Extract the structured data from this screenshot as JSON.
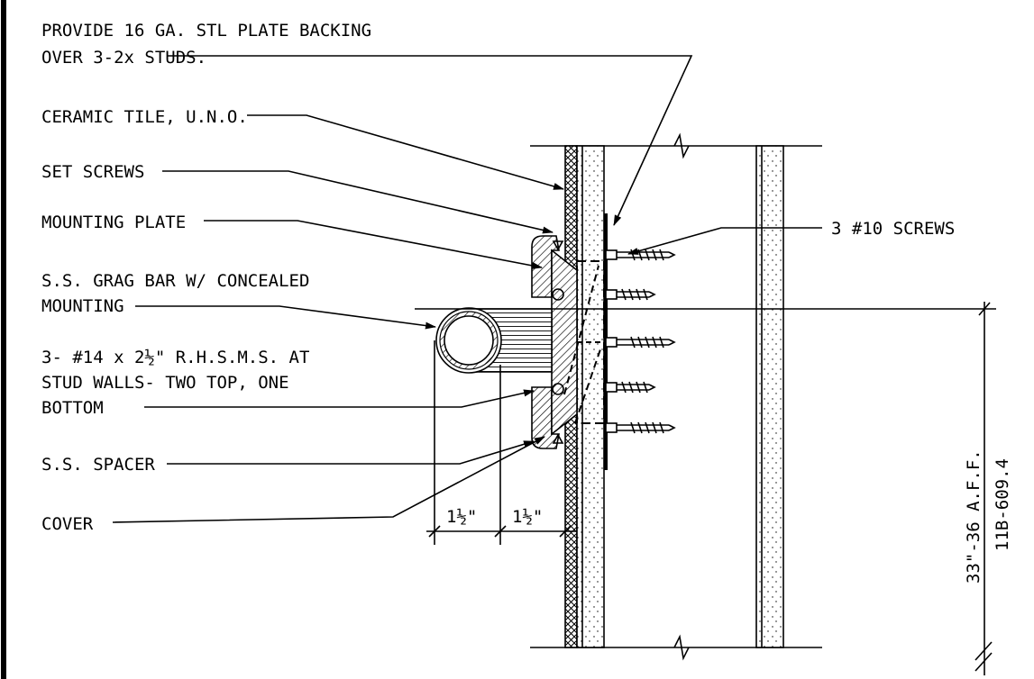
{
  "labels": {
    "plate_backing_1": "PROVIDE 16 GA. STL PLATE BACKING",
    "plate_backing_2": "OVER 3-2x STUDS.",
    "ceramic_tile": "CERAMIC TILE, U.N.O.",
    "set_screws": "SET SCREWS",
    "mounting_plate": "MOUNTING PLATE",
    "grab_bar_1": "S.S. GRAG BAR W/ CONCEALED",
    "grab_bar_2": "MOUNTING",
    "rhsms_1": "3- #14 x 2½\" R.H.S.M.S. AT",
    "rhsms_2": "STUD WALLS- TWO TOP, ONE",
    "rhsms_3": "BOTTOM",
    "spacer": "S.S. SPACER",
    "cover": "COVER",
    "screws_10": "3 #10 SCREWS"
  },
  "dimensions": {
    "dim_1": "1½\"",
    "dim_2": "1½\"",
    "height": "33\"-36 A.F.F.",
    "code_ref": "11B-609.4"
  },
  "colors": {
    "line": "#000000",
    "background": "#ffffff"
  }
}
